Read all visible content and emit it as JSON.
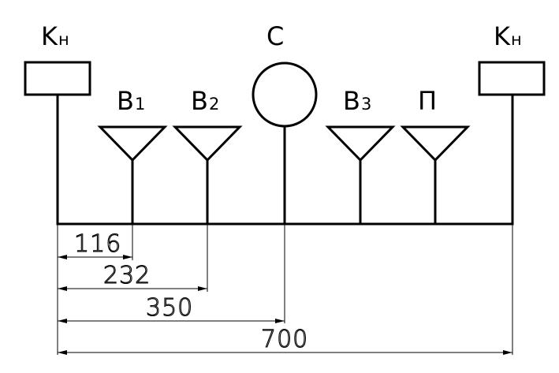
{
  "elements": {
    "left_coupler": {
      "main": "K",
      "sub": "н"
    },
    "b1": {
      "main": "B",
      "sub": "1"
    },
    "b2": {
      "main": "B",
      "sub": "2"
    },
    "center": {
      "main": "C"
    },
    "b3": {
      "main": "B",
      "sub": "3"
    },
    "p": {
      "main": "П"
    },
    "right_coupler": {
      "main": "K",
      "sub": "н"
    }
  },
  "dimensions": {
    "d116": "116",
    "d232": "232",
    "d350": "350",
    "d700": "700"
  }
}
